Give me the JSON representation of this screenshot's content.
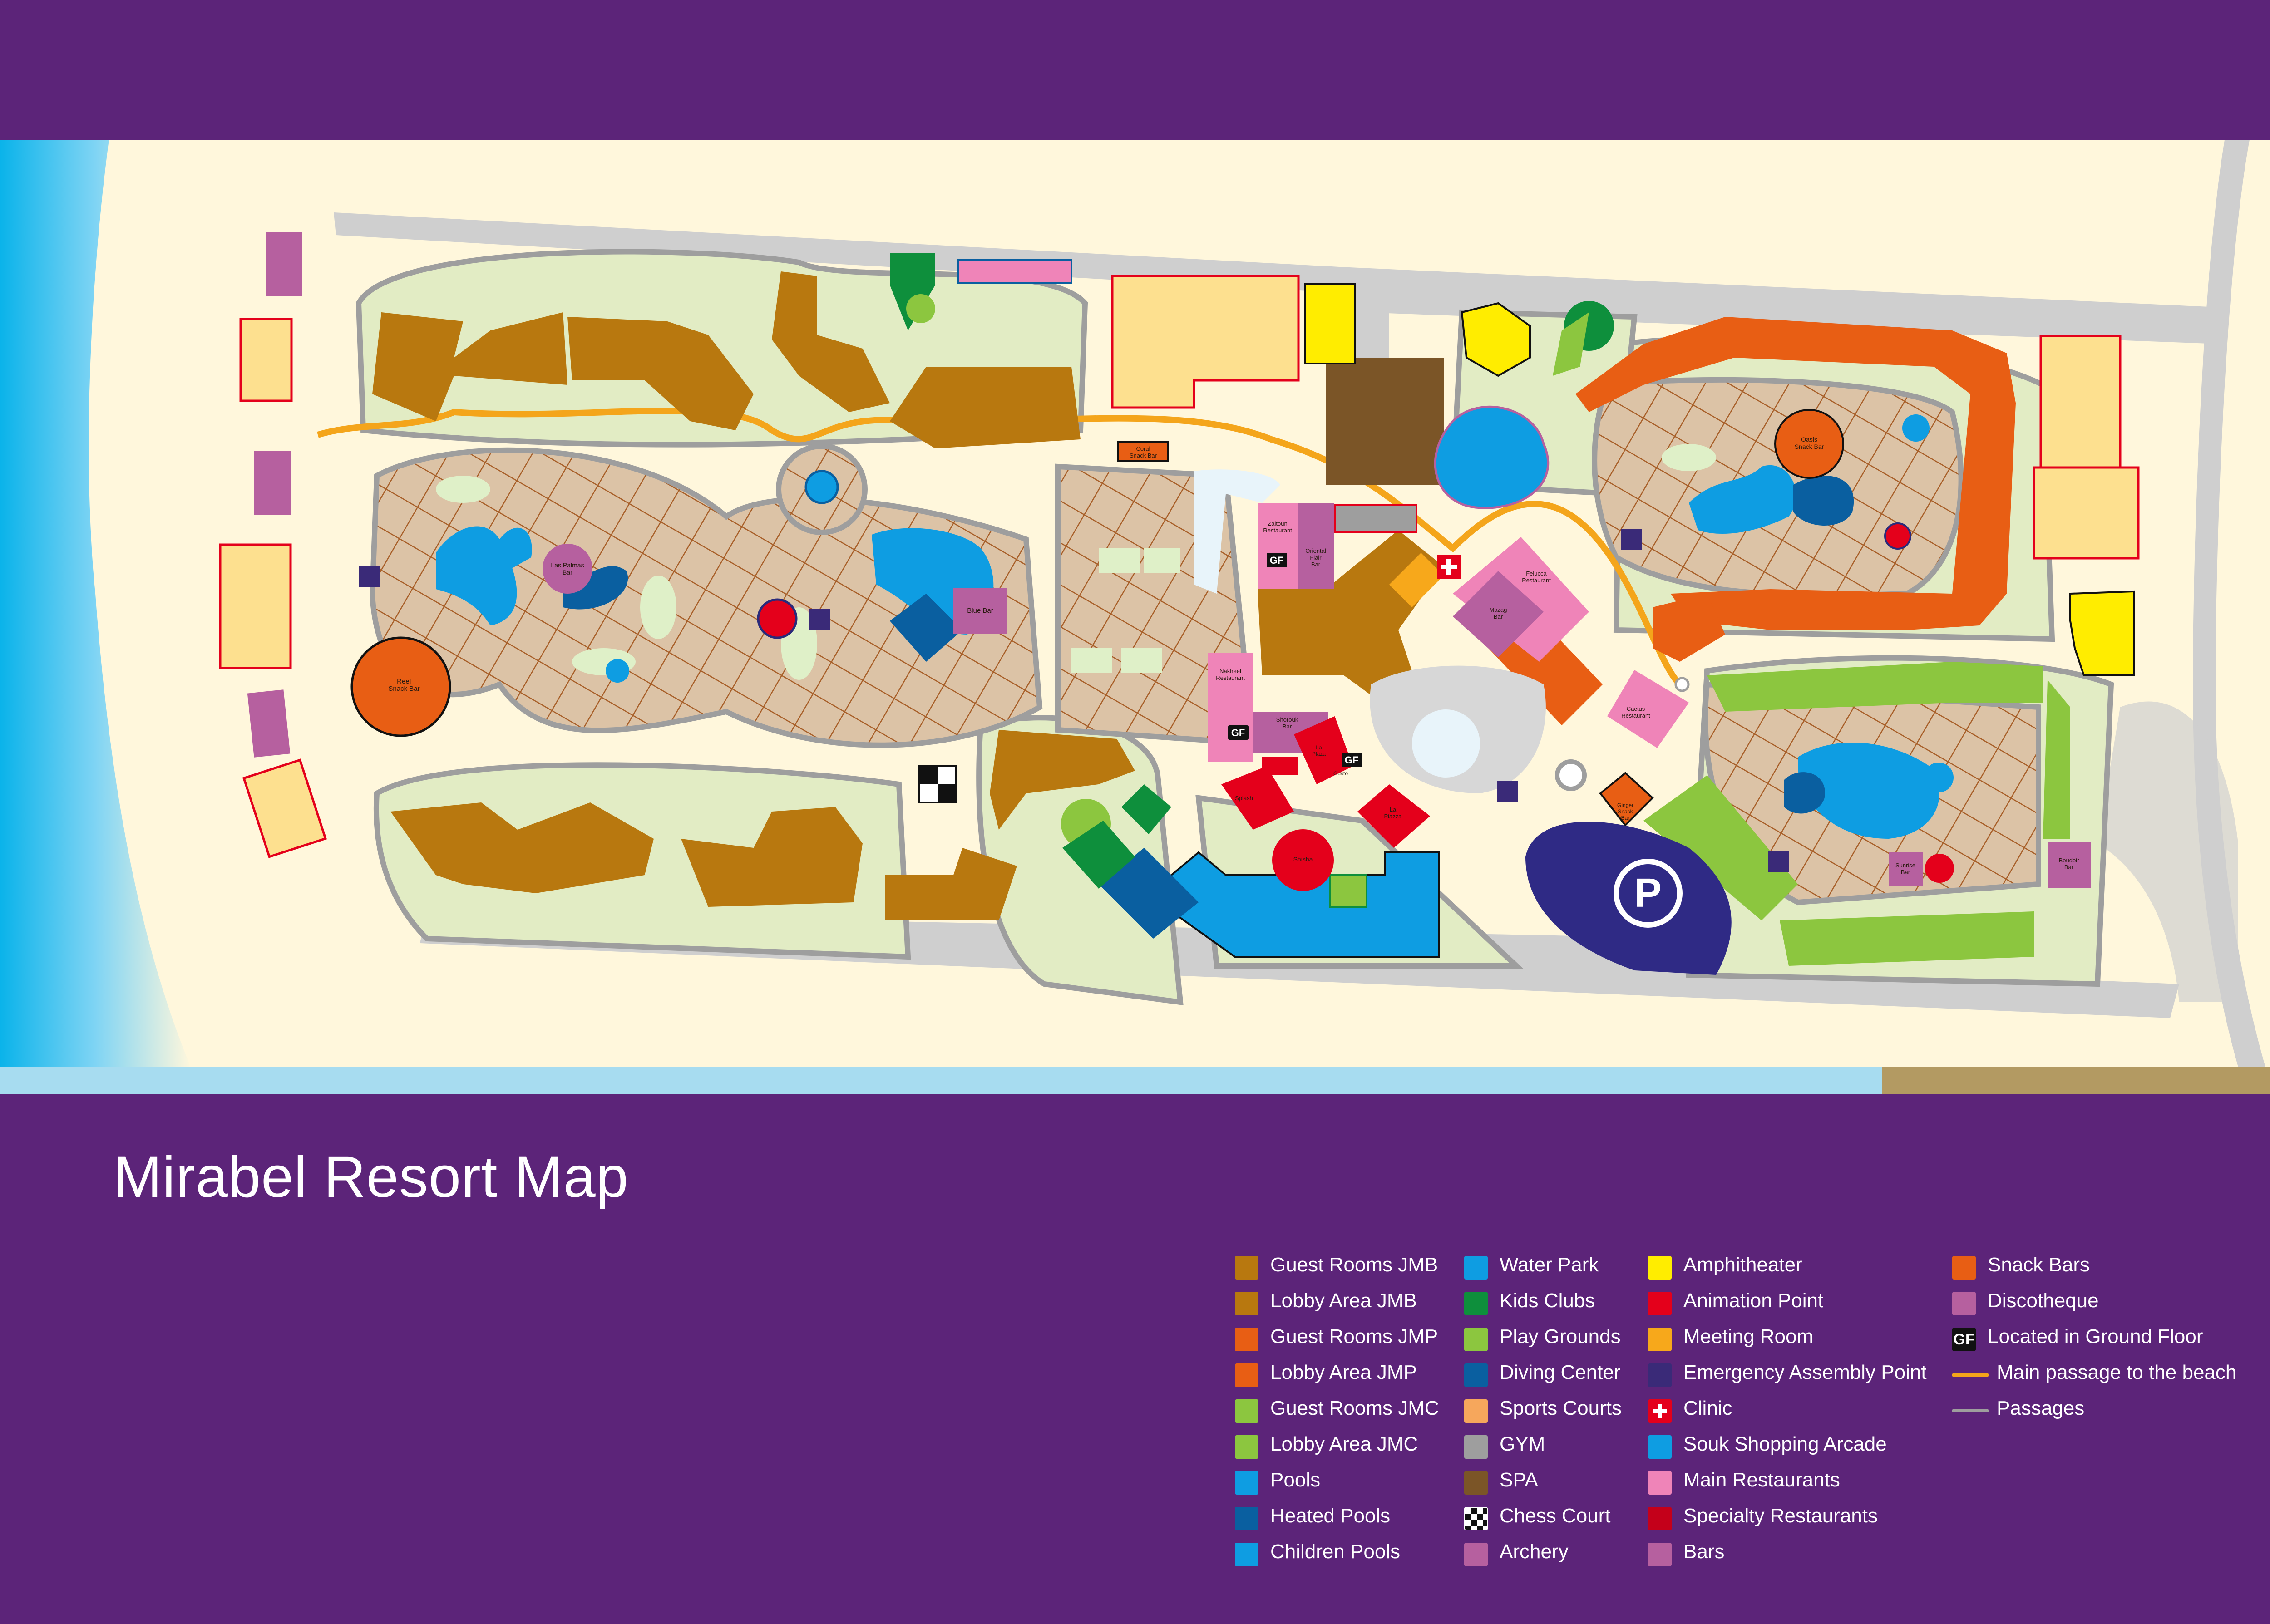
{
  "title": "Mirabel Resort Map",
  "legend": {
    "columns": [
      [
        {
          "label": "Guest Rooms JMB",
          "color": "#b8780f",
          "icon": "bed-icon"
        },
        {
          "label": "Lobby Area JMB",
          "color": "#b8780f",
          "icon": "square-icon"
        },
        {
          "label": "Guest Rooms JMP",
          "color": "#e85e14",
          "icon": "bed-icon"
        },
        {
          "label": "Lobby Area JMP",
          "color": "#e85e14",
          "icon": "square-icon"
        },
        {
          "label": "Guest Rooms JMC",
          "color": "#8cc63f",
          "icon": "bed-icon"
        },
        {
          "label": "Lobby Area JMC",
          "color": "#8cc63f",
          "icon": "square-icon"
        },
        {
          "label": "Pools",
          "color": "#0e9de2",
          "icon": "square-icon"
        },
        {
          "label": "Heated Pools",
          "color": "#0a5fa0",
          "icon": "square-icon"
        },
        {
          "label": "Children Pools",
          "color": "#0e9de2",
          "icon": "child-pool-icon"
        }
      ],
      [
        {
          "label": "Water Park",
          "color": "#0e9de2",
          "icon": "square-icon"
        },
        {
          "label": "Kids Clubs",
          "color": "#0e8f3c",
          "icon": "kids-icon"
        },
        {
          "label": "Play Grounds",
          "color": "#8cc63f",
          "icon": "playground-icon"
        },
        {
          "label": "Diving Center",
          "color": "#0a5fa0",
          "icon": "square-icon"
        },
        {
          "label": "Sports Courts",
          "color": "#f6a75c",
          "icon": "racket-icon"
        },
        {
          "label": "GYM",
          "color": "#9e9e9e",
          "icon": "square-icon"
        },
        {
          "label": "SPA",
          "color": "#7b5527",
          "icon": "square-icon"
        },
        {
          "label": "Chess Court",
          "color": "#111111",
          "icon": "checker-icon"
        },
        {
          "label": "Archery",
          "color": "#b6609f",
          "icon": "archery-icon"
        }
      ],
      [
        {
          "label": "Amphitheater",
          "color": "#ffed00",
          "icon": "square-icon"
        },
        {
          "label": "Animation Point",
          "color": "#e4001b",
          "icon": "square-icon"
        },
        {
          "label": "Meeting Room",
          "color": "#f7a81b",
          "icon": "square-icon"
        },
        {
          "label": "Emergency Assembly Point",
          "color": "#3a2a78",
          "icon": "assembly-icon"
        },
        {
          "label": "Clinic",
          "color": "#e4001b",
          "icon": "clinic-cross-icon"
        },
        {
          "label": "Souk Shopping Arcade",
          "color": "#0e9de2",
          "icon": "square-icon"
        },
        {
          "label": "Main Restaurants",
          "color": "#ef84b8",
          "icon": "cutlery-icon"
        },
        {
          "label": "Specialty Restaurants",
          "color": "#c4001a",
          "icon": "cutlery-icon"
        },
        {
          "label": "Bars",
          "color": "#b6609f",
          "icon": "cocktail-icon"
        }
      ],
      [
        {
          "label": "Snack Bars",
          "color": "#e85e14",
          "icon": "snack-icon"
        },
        {
          "label": "Discotheque",
          "color": "#b6609f",
          "icon": "square-icon"
        },
        {
          "label": "Located in Ground Floor",
          "color": "#111111",
          "icon": "gf-icon",
          "badge": "GF"
        },
        {
          "label": "Main passage to the beach",
          "color": "#f4a51b",
          "icon": "line-icon"
        },
        {
          "label": "Passages",
          "color": "#9e9e9e",
          "icon": "line-icon"
        }
      ]
    ]
  },
  "map_labels": {
    "las_palmas_bar": [
      "Las Palmas",
      "Bar"
    ],
    "reef_snack_bar": [
      "Reef",
      "Snack Bar"
    ],
    "blue_bar": [
      "Blue Bar"
    ],
    "coral_snack_bar": [
      "Coral",
      "Snack Bar"
    ],
    "zaitoun_restaurant": [
      "Zaitoun",
      "Restaurant"
    ],
    "oriental_flair_bar": [
      "Oriental",
      "Flair",
      "Bar"
    ],
    "nakheel_restaurant": [
      "Nakheel",
      "Restaurant"
    ],
    "shorouk_bar": [
      "Shorouk",
      "Bar"
    ],
    "la_plaza_bar": [
      "La",
      "Plaza"
    ],
    "gusto": [
      "Gusto"
    ],
    "splash": [
      "Splash"
    ],
    "la_piazza": [
      "La",
      "Piazza"
    ],
    "shisha": [
      "Shisha"
    ],
    "felucca_restaurant": [
      "Felucca",
      "Restaurant"
    ],
    "mazag_bar": [
      "Mazag",
      "Bar"
    ],
    "oasis_snack_bar": [
      "Oasis",
      "Snack Bar"
    ],
    "cactus_restaurant": [
      "Cactus",
      "Restaurant"
    ],
    "ginger_snack_bar": [
      "Ginger",
      "Snack",
      "Bar"
    ],
    "sunrise_bar": [
      "Sunrise",
      "Bar"
    ],
    "boudoir_bar": [
      "Boudoir",
      "Bar"
    ],
    "gf_badge": "GF",
    "parking": "P"
  },
  "colors": {
    "brand_purple": "#5c2479",
    "sand": "#fff7dc",
    "sea": "#18b4ea",
    "jmb": "#b8780f",
    "jmp": "#e85e14",
    "jmc": "#8cc63f",
    "pool": "#0e9de2",
    "heated_pool": "#0a5fa0",
    "garden": "#e2ecc4",
    "path_main": "#f4a51b",
    "path": "#9e9e9e",
    "restaurant": "#ef84b8",
    "specialty": "#e4001b",
    "bar": "#b6609f",
    "parking": "#2f2a85"
  }
}
